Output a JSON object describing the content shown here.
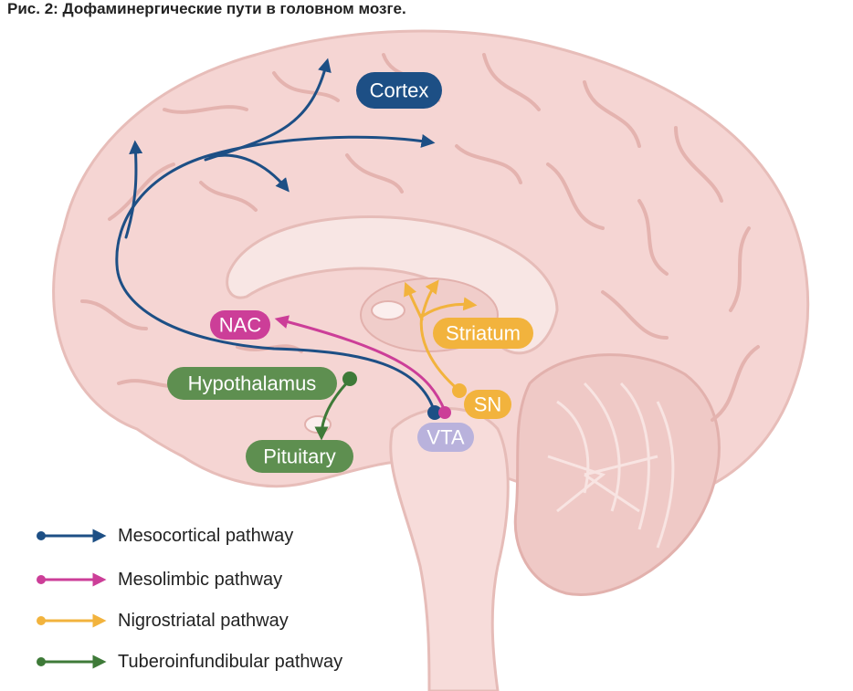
{
  "caption": "Рис. 2: Дофаминергические пути в головном мозге.",
  "colors": {
    "mesocortical": "#1d4f85",
    "mesolimbic": "#cc3e98",
    "nigrostriatal": "#f2b33d",
    "tuberoinfundibular": "#3e7a38",
    "vta": "#b9b2dc",
    "brain": "#f5d5d3",
    "brain_fold": "#e6b7b4"
  },
  "regions": {
    "cortex": "Cortex",
    "nac": "NAC",
    "striatum": "Striatum",
    "hypothalamus": "Hypothalamus",
    "sn": "SN",
    "vta": "VTA",
    "pituitary": "Pituitary"
  },
  "legend": [
    {
      "label": "Mesocortical pathway",
      "color": "#1d4f85"
    },
    {
      "label": "Mesolimbic pathway",
      "color": "#cc3e98"
    },
    {
      "label": "Nigrostriatal pathway",
      "color": "#f2b33d"
    },
    {
      "label": "Tuberoinfundibular pathway",
      "color": "#3e7a38"
    }
  ]
}
